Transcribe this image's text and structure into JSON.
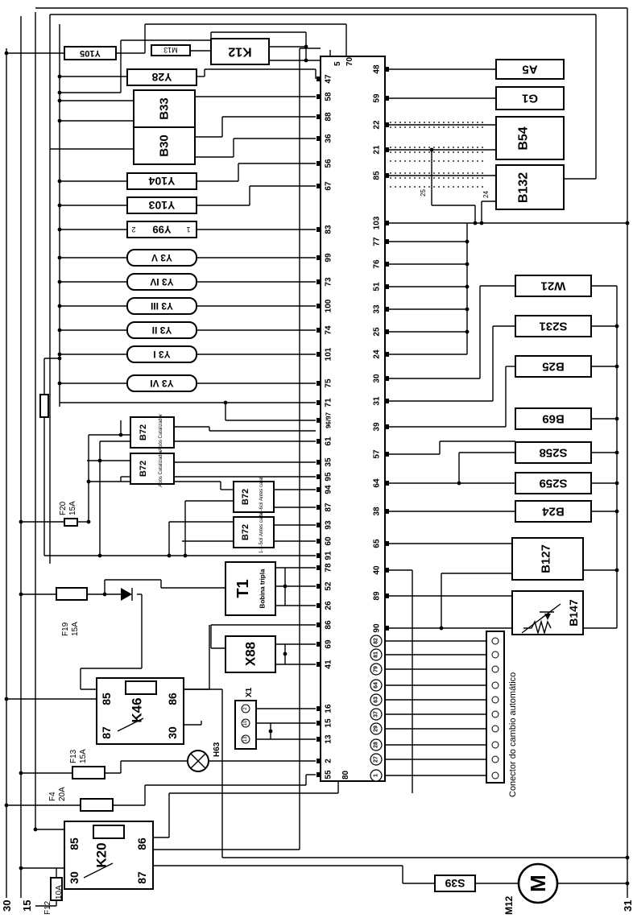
{
  "rails": {
    "r30_top": "30",
    "r15": "15",
    "r31": "31"
  },
  "ecu": {
    "top_pins": [
      "70",
      "5"
    ],
    "left_pins": [
      "47",
      "58",
      "88",
      "36",
      "56",
      "67",
      "83",
      "99",
      "73",
      "100",
      "74",
      "101",
      "75",
      "71",
      "96/97",
      "61",
      "35",
      "95",
      "94",
      "87",
      "93",
      "60",
      "91",
      "78",
      "52",
      "26",
      "86",
      "69",
      "41",
      "16",
      "15",
      "13",
      "2",
      "55"
    ],
    "bottom_pin": "80",
    "right_pins": [
      "48",
      "59",
      "22",
      "21",
      "85",
      "103",
      "77",
      "76",
      "51",
      "33",
      "25",
      "24",
      "30",
      "31",
      "39",
      "57",
      "64",
      "38",
      "65",
      "40",
      "89",
      "90"
    ],
    "connector_pins": [
      "82",
      "81",
      "79",
      "64",
      "63",
      "37",
      "29",
      "28",
      "27",
      "1"
    ]
  },
  "left_components": {
    "Y105": "Y105",
    "M13": "M13",
    "K12": "K12",
    "Y28": "Y28",
    "B33": "B33",
    "B30": "B30",
    "Y104": "Y104",
    "Y103": "Y103",
    "Y99": "Y99",
    "Y3_v": "Y3 V",
    "Y3_iv": "Y3 IV",
    "Y3_iii": "Y3 III",
    "Y3_ii": "Y3 II",
    "Y3_i": "Y3 I",
    "Y3_vi": "Y3 VI",
    "pin1": "1",
    "pin2": "2",
    "B72_a": "B72",
    "B72_a_sub": "Após Catalizador",
    "B72_b": "B72",
    "B72_b_sub": "Após Catalizador",
    "B72_c": "B72",
    "B72_c_sub": "2-4-6cil Antes catal.",
    "B72_d": "B72",
    "B72_d_sub": "1-3-5cil Antes catal.",
    "T1": "T1",
    "T1_sub": "Bobina tripla",
    "X88": "X88",
    "X1": "X1",
    "X1_pins": [
      "2",
      "10",
      "13"
    ],
    "K46": "K46",
    "K46_pins": [
      "85",
      "86",
      "87",
      "30"
    ],
    "K20": "K20",
    "K20_pins": [
      "85",
      "86",
      "30",
      "87"
    ],
    "H63": "H63",
    "F20": "F20",
    "F20_rating": "15A",
    "F19": "F19",
    "F19_rating": "15A",
    "F13": "F13",
    "F13_rating": "15A",
    "F4": "F4",
    "F4_rating": "20A",
    "F12": "F12",
    "F12_rating": "10A"
  },
  "right_components": {
    "A5": "A5",
    "G1": "G1",
    "B54": "B54",
    "B132": "B132",
    "W21": "W21",
    "S231": "S231",
    "B25": "B25",
    "B69": "B69",
    "S258": "S258",
    "S259": "S259",
    "B24": "B24",
    "B127": "B127",
    "B147": "B147",
    "S39": "S39",
    "M12": "M12",
    "M": "M",
    "conn_label": "Conector do cambio automático",
    "shield_25": "25",
    "shield_24": "24"
  }
}
